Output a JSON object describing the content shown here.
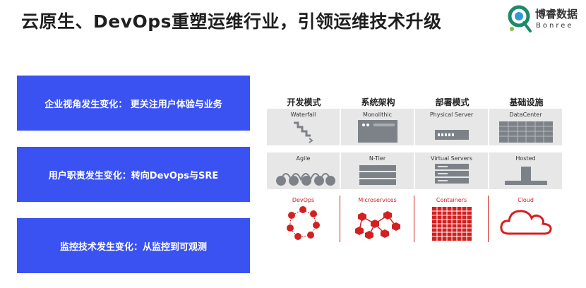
{
  "header": {
    "title": "云原生、DevOps重塑运维行业，引领运维技术升级"
  },
  "logo": {
    "name": "博睿数据",
    "sub": "Bonree"
  },
  "cards": [
    {
      "label": "企业视角发生变化： 更关注用户体验与业务"
    },
    {
      "label": "用户职责发生变化：转向DevOps与SRE"
    },
    {
      "label": "监控技术发生变化：从监控到可观测"
    }
  ],
  "diagram": {
    "columns": [
      "开发模式",
      "系统架构",
      "部署模式",
      "基础设施"
    ],
    "row1": [
      "Waterfall",
      "Monolithic",
      "Physical Server",
      "DataCenter"
    ],
    "row2": [
      "Agile",
      "N-Tier",
      "Virtual Servers",
      "Hosted"
    ],
    "row3": [
      "DevOps",
      "Microservices",
      "Containers",
      "Cloud"
    ]
  },
  "colors": {
    "card": "#3a52f2",
    "accent_red": "#d42020",
    "cell_gray": "#e7e7e7",
    "icon_gray": "#7d8289"
  }
}
